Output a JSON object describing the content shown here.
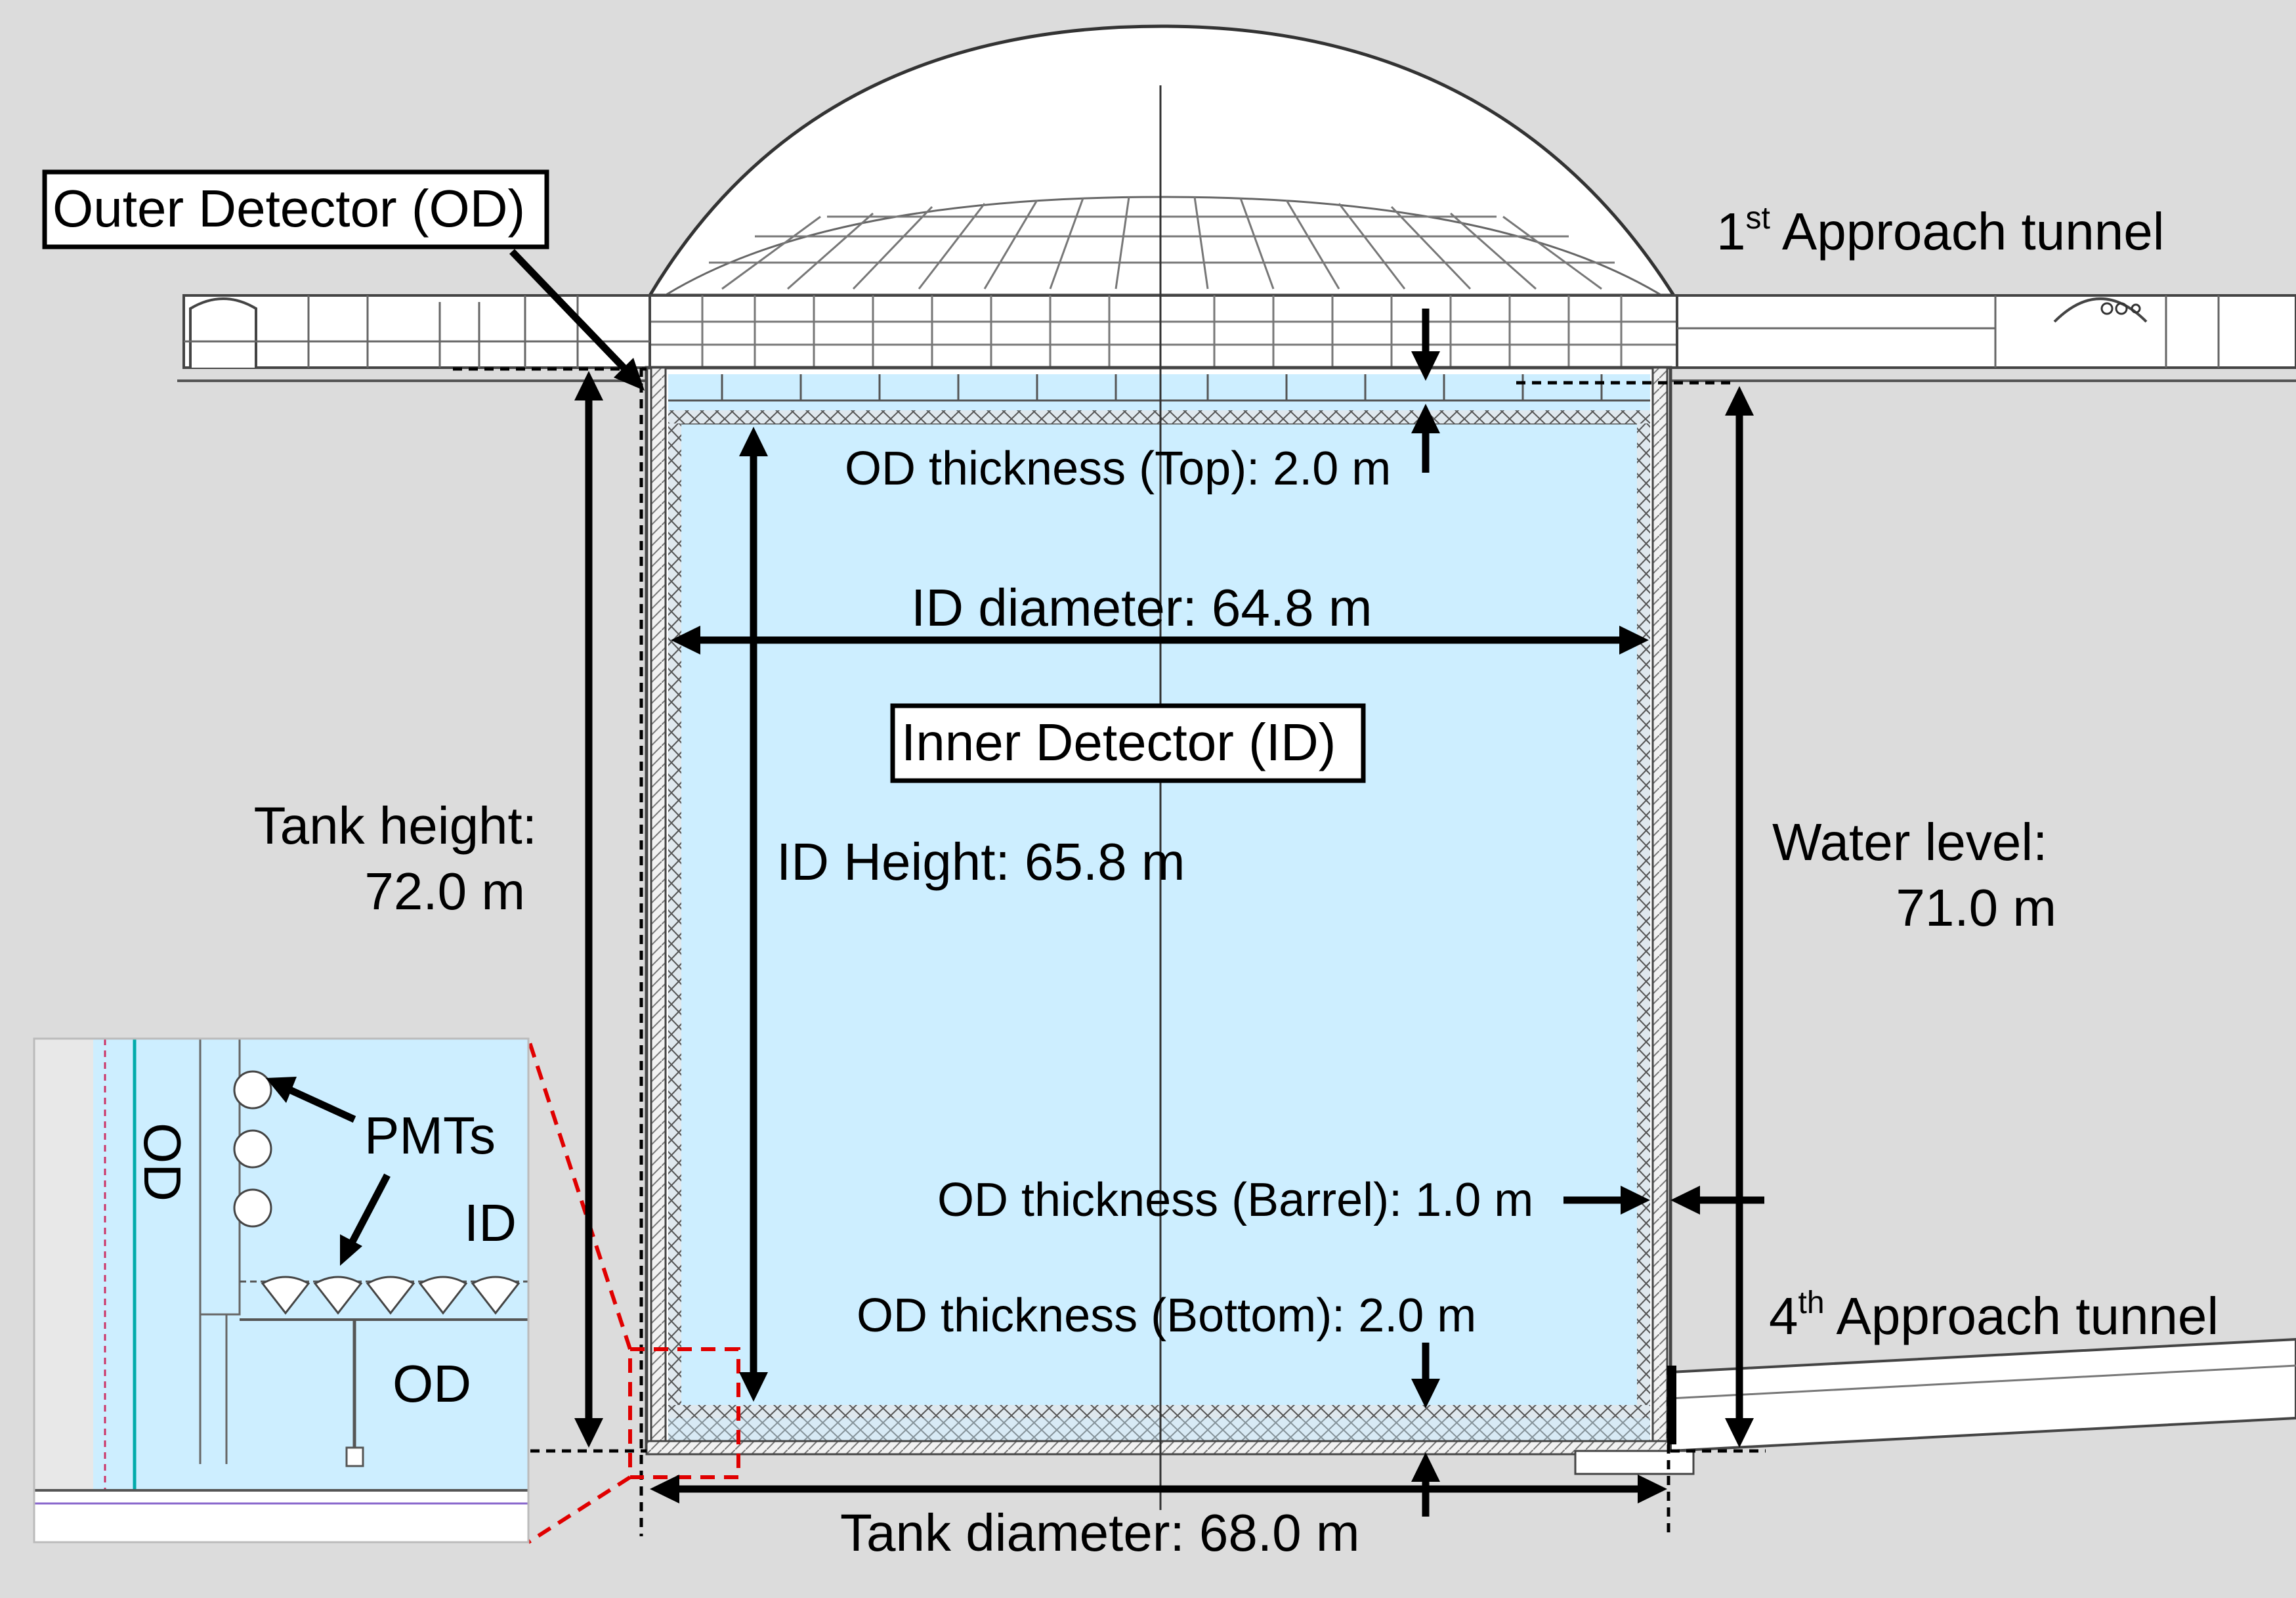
{
  "labels": {
    "outer_detector": "Outer Detector (OD)",
    "inner_detector": "Inner Detector (ID)",
    "approach_tunnel_1": "Approach tunnel",
    "approach_tunnel_1_num": "1",
    "approach_tunnel_1_sup": "st",
    "approach_tunnel_4": "Approach tunnel",
    "approach_tunnel_4_num": "4",
    "approach_tunnel_4_sup": "th",
    "od_top": "OD thickness (Top): 2.0 m",
    "id_diameter": "ID diameter: 64.8 m",
    "tank_height_1": "Tank height:",
    "tank_height_2": "72.0 m",
    "id_height": "ID Height: 65.8 m",
    "water_level_1": "Water level:",
    "water_level_2": "71.0 m",
    "od_barrel": "OD thickness (Barrel): 1.0 m",
    "od_bottom": "OD thickness (Bottom): 2.0 m",
    "tank_diameter": "Tank diameter: 68.0 m",
    "inset_pmts": "PMTs",
    "inset_od_side": "OD",
    "inset_id": "ID",
    "inset_od_bottom": "OD"
  },
  "colors": {
    "background": "#dcdcdc",
    "water": "#cdeeff",
    "arrow": "#000000",
    "zoom_marker": "#e00000"
  }
}
